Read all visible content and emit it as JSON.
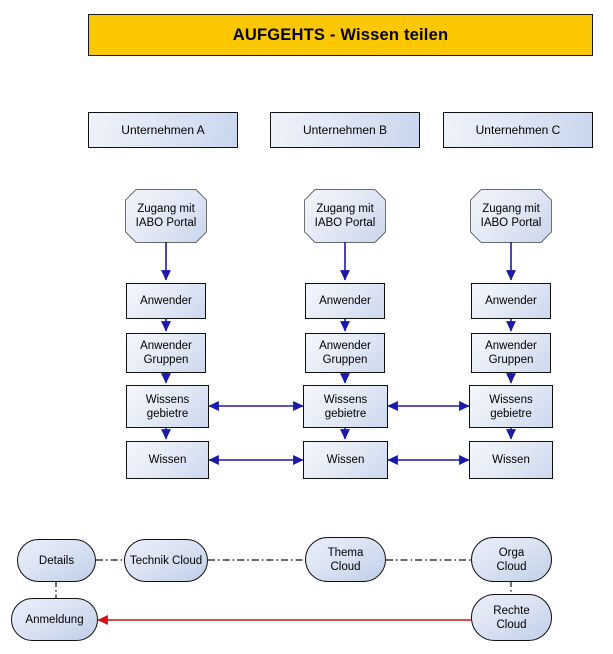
{
  "diagram": {
    "title": "AUFGEHTS - Wissen teilen",
    "colors": {
      "title_background": "#fbc700",
      "title_border": "#1a1a1a",
      "box_border": "#111111",
      "box_fill_light": "#f4f7fc",
      "box_fill_dark": "#ccd8ee",
      "arrow_blue": "#1a1aa8",
      "arrow_red": "#d01414",
      "dash_line": "#111111",
      "page_background": "#ffffff"
    },
    "columns": [
      {
        "header": "Unternehmen A",
        "nodes": [
          {
            "label": "Zugang mit\nIABO Portal",
            "shape": "flag"
          },
          {
            "label": "Anwender",
            "shape": "rect"
          },
          {
            "label": "Anwender\nGruppen",
            "shape": "rect"
          },
          {
            "label": "Wissens\ngebietre",
            "shape": "rect"
          },
          {
            "label": "Wissen",
            "shape": "rect"
          }
        ]
      },
      {
        "header": "Unternehmen B",
        "nodes": [
          {
            "label": "Zugang mit\nIABO Portal",
            "shape": "flag"
          },
          {
            "label": "Anwender",
            "shape": "rect"
          },
          {
            "label": "Anwender\nGruppen",
            "shape": "rect"
          },
          {
            "label": "Wissens\ngebietre",
            "shape": "rect"
          },
          {
            "label": "Wissen",
            "shape": "rect"
          }
        ]
      },
      {
        "header": "Unternehmen C",
        "nodes": [
          {
            "label": "Zugang mit\nIABO Portal",
            "shape": "flag"
          },
          {
            "label": "Anwender",
            "shape": "rect"
          },
          {
            "label": "Anwender\nGruppen",
            "shape": "rect"
          },
          {
            "label": "Wissens\ngebietre",
            "shape": "rect"
          },
          {
            "label": "Wissen",
            "shape": "rect"
          }
        ]
      }
    ],
    "cloud_row": [
      {
        "label": "Details"
      },
      {
        "label": "Technik Cloud"
      },
      {
        "label": "Thema\nCloud"
      },
      {
        "label": "Orga\nCloud"
      }
    ],
    "bottom_row": [
      {
        "label": "Anmeldung"
      },
      {
        "label": "Rechte\nCloud"
      }
    ]
  }
}
